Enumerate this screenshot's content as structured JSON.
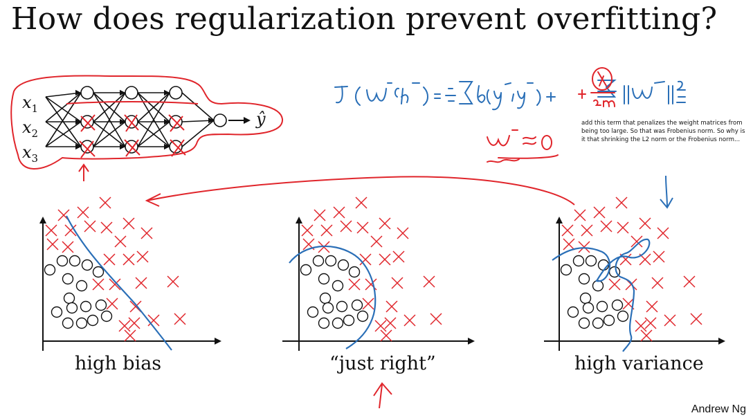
{
  "slide": {
    "title": "How does regularization prevent overfitting?",
    "network": {
      "inputs": [
        {
          "name": "x",
          "sub": "1"
        },
        {
          "name": "x",
          "sub": "2"
        },
        {
          "name": "x",
          "sub": "3"
        }
      ],
      "output": "ŷ"
    },
    "annotation_note": "add this term that penalizes the weight matrices from being too large. So that was Frobenius norm. So why is it that shrinking the L2 norm or the Frobenius norm...",
    "plots": [
      {
        "caption": "high bias"
      },
      {
        "caption": "“just right”"
      },
      {
        "caption": "high variance"
      }
    ],
    "footer": "Andrew Ng",
    "colors": {
      "ink": "#111111",
      "red": "#e0252b",
      "blue": "#2a6fb7"
    }
  }
}
